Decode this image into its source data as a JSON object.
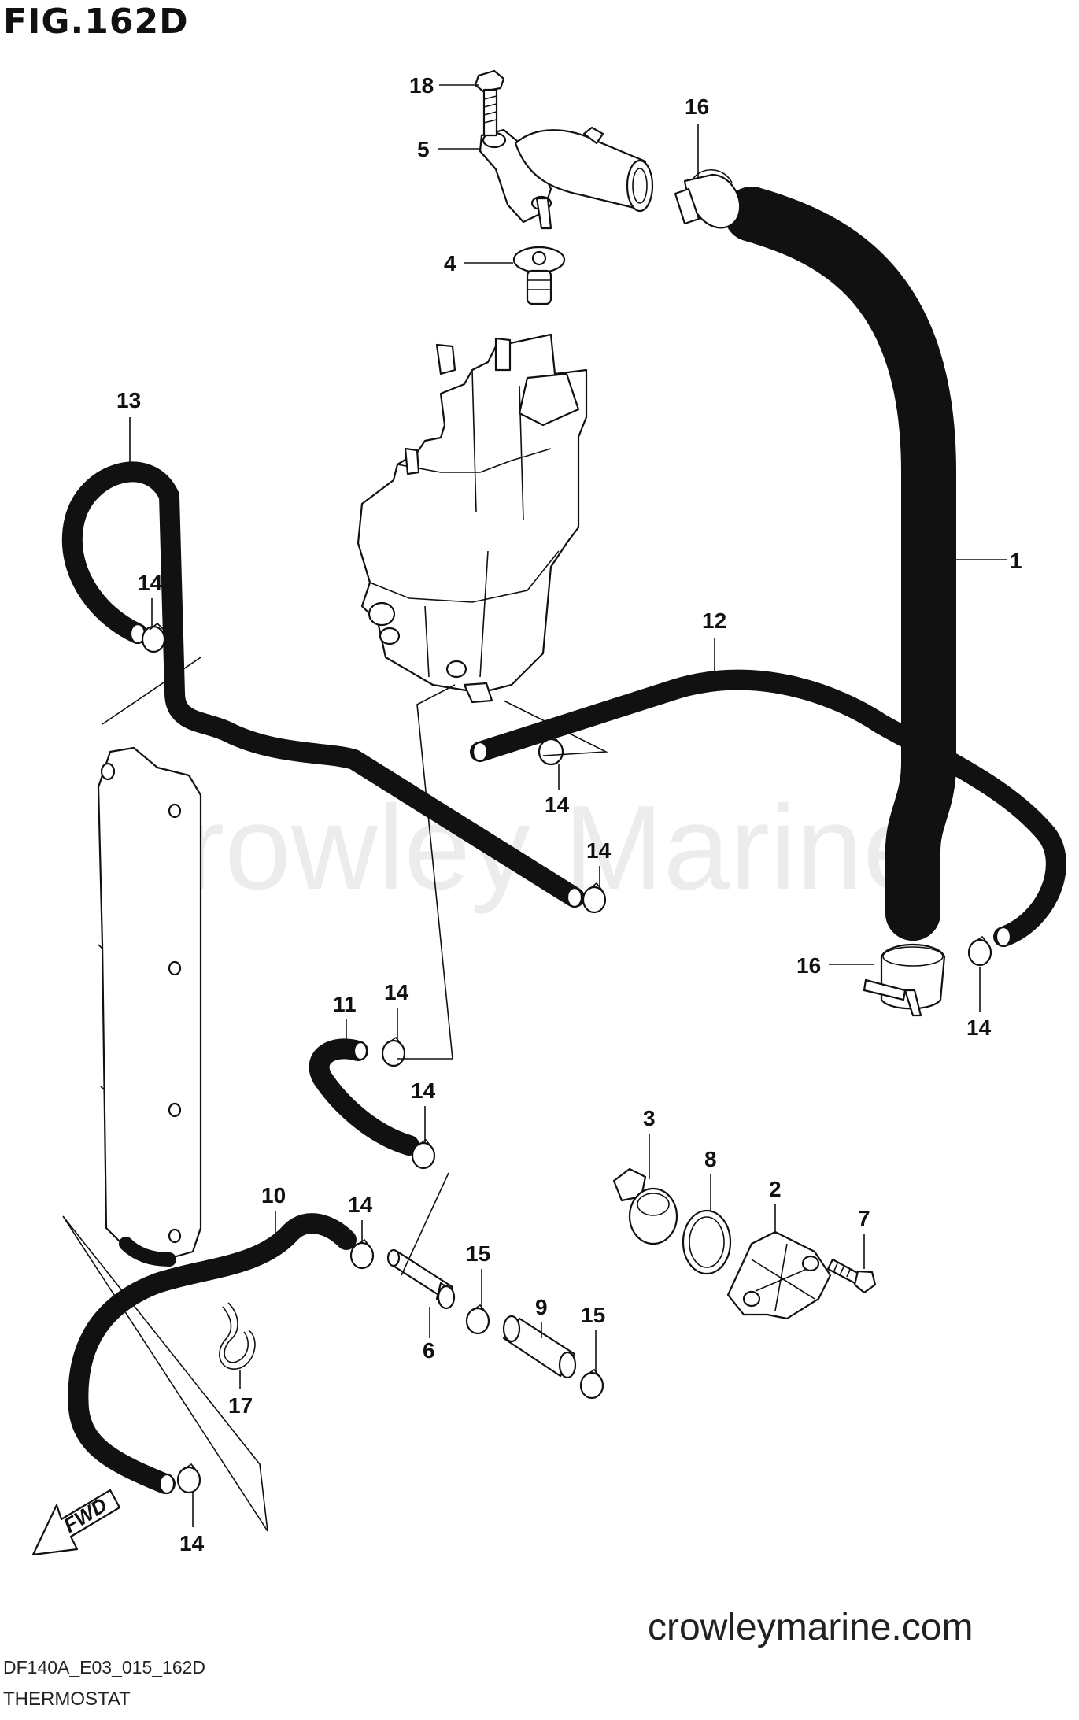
{
  "figure": {
    "title": "FIG.162D",
    "code": "DF140A_E03_015_162D",
    "subtitle": "THERMOSTAT",
    "website": "crowleymarine.com",
    "watermark": "Crowley Marine"
  },
  "fwd_label": "FWD",
  "callouts": [
    {
      "id": "c18",
      "label": "18"
    },
    {
      "id": "c5",
      "label": "5"
    },
    {
      "id": "c16a",
      "label": "16"
    },
    {
      "id": "c4",
      "label": "4"
    },
    {
      "id": "c13",
      "label": "13"
    },
    {
      "id": "c1",
      "label": "1"
    },
    {
      "id": "c14a",
      "label": "14"
    },
    {
      "id": "c12",
      "label": "12"
    },
    {
      "id": "c14b",
      "label": "14"
    },
    {
      "id": "c14c",
      "label": "14"
    },
    {
      "id": "c16b",
      "label": "16"
    },
    {
      "id": "c14d",
      "label": "14"
    },
    {
      "id": "c11",
      "label": "11"
    },
    {
      "id": "c14e",
      "label": "14"
    },
    {
      "id": "c14f",
      "label": "14"
    },
    {
      "id": "c3",
      "label": "3"
    },
    {
      "id": "c8",
      "label": "8"
    },
    {
      "id": "c2",
      "label": "2"
    },
    {
      "id": "c7",
      "label": "7"
    },
    {
      "id": "c10",
      "label": "10"
    },
    {
      "id": "c14g",
      "label": "14"
    },
    {
      "id": "c15a",
      "label": "15"
    },
    {
      "id": "c9",
      "label": "9"
    },
    {
      "id": "c15b",
      "label": "15"
    },
    {
      "id": "c6",
      "label": "6"
    },
    {
      "id": "c17",
      "label": "17"
    },
    {
      "id": "c14h",
      "label": "14"
    }
  ]
}
